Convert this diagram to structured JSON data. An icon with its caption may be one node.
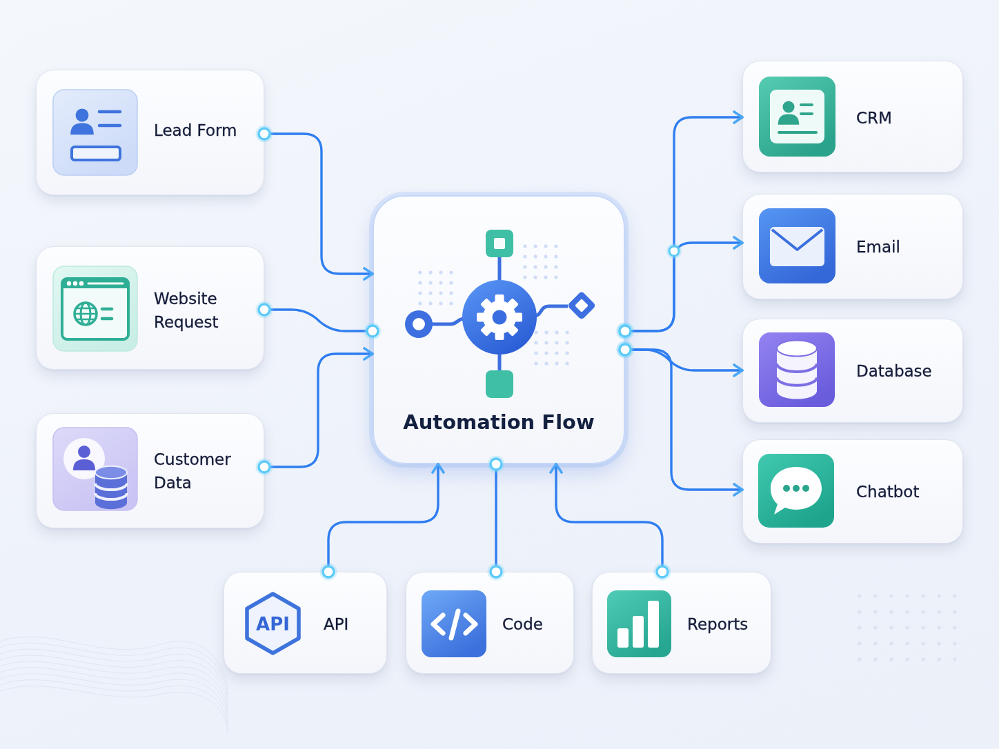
{
  "diagram": {
    "nodes": [
      {
        "text": [
          "Lead Form"
        ]
      },
      {
        "text": [
          "Website Request"
        ]
      },
      {
        "text": [
          "Customer Data"
        ]
      },
      {
        "text": [
          "Automation Flow"
        ]
      },
      {
        "text": [
          "CRM"
        ]
      },
      {
        "text": [
          "Email"
        ]
      },
      {
        "text": [
          "Database"
        ]
      },
      {
        "text": [
          "Chatbot"
        ]
      },
      {
        "text": [
          "API",
          "API"
        ]
      },
      {
        "text": [
          "Code"
        ]
      },
      {
        "text": [
          "Reports"
        ]
      }
    ],
    "edges": [
      {
        "from": 0,
        "to": 3,
        "arrow": "to"
      },
      {
        "from": 1,
        "to": 3,
        "arrow": "other"
      },
      {
        "from": 2,
        "to": 3,
        "arrow": "to"
      },
      {
        "from": 3,
        "to": 4,
        "arrow": "to"
      },
      {
        "from": 3,
        "to": 5,
        "arrow": "to"
      },
      {
        "from": 3,
        "to": 6,
        "arrow": "to"
      },
      {
        "from": 3,
        "to": 7,
        "arrow": "to"
      },
      {
        "from": 8,
        "to": 3,
        "arrow": "to"
      },
      {
        "from": 9,
        "to": 3,
        "arrow": "other"
      },
      {
        "from": 10,
        "to": 3,
        "arrow": "to"
      }
    ]
  }
}
